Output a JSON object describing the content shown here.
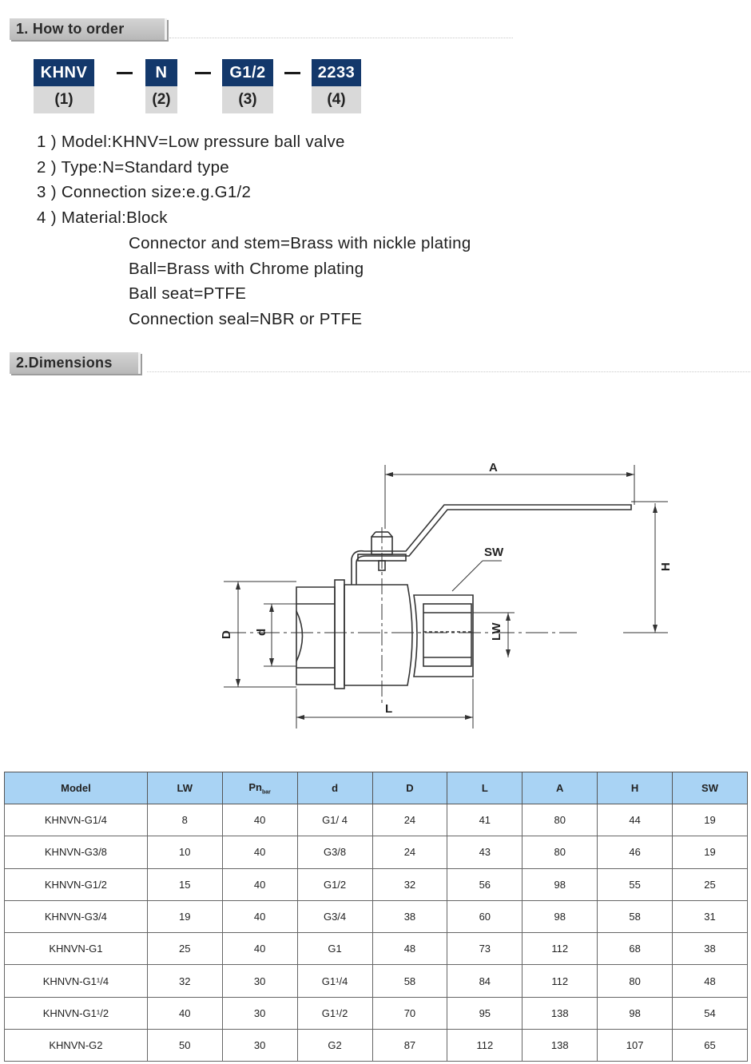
{
  "section1": {
    "title": "1. How to order"
  },
  "order_code": {
    "parts": [
      {
        "code": "KHNV",
        "num": "(1)"
      },
      {
        "code": "N",
        "num": "(2)"
      },
      {
        "code": "G1/2",
        "num": "(3)"
      },
      {
        "code": "2233",
        "num": "(4)"
      }
    ]
  },
  "description": {
    "lines": [
      "1 ) Model:KHNV=Low pressure ball valve",
      "2 ) Type:N=Standard type",
      "3 ) Connection size:e.g.G1/2",
      "4 ) Material:Block"
    ],
    "material_lines": [
      "Connector and stem=Brass with nickle plating",
      "Ball=Brass with  Chrome plating",
      "Ball seat=PTFE",
      "Connection seal=NBR or PTFE"
    ]
  },
  "section2": {
    "title": "2.Dimensions"
  },
  "drawing": {
    "labels": {
      "A": "A",
      "H": "H",
      "SW": "SW",
      "D": "D",
      "d": "d",
      "LW": "LW",
      "L": "L"
    }
  },
  "table": {
    "headers": [
      "Model",
      "LW",
      "Pn",
      "d",
      "D",
      "L",
      "A",
      "H",
      "SW"
    ],
    "pn_sub": "bar",
    "rows": [
      [
        "KHNVN-G1/4",
        "8",
        "40",
        "G1/ 4",
        "24",
        "41",
        "80",
        "44",
        "19"
      ],
      [
        "KHNVN-G3/8",
        "10",
        "40",
        "G3/8",
        "24",
        "43",
        "80",
        "46",
        "19"
      ],
      [
        "KHNVN-G1/2",
        "15",
        "40",
        "G1/2",
        "32",
        "56",
        "98",
        "55",
        "25"
      ],
      [
        "KHNVN-G3/4",
        "19",
        "40",
        "G3/4",
        "38",
        "60",
        "98",
        "58",
        "31"
      ],
      [
        "KHNVN-G1",
        "25",
        "40",
        "G1",
        "48",
        "73",
        "112",
        "68",
        "38"
      ],
      [
        "KHNVN-G1¹/4",
        "32",
        "30",
        "G1¹/4",
        "58",
        "84",
        "112",
        "80",
        "48"
      ],
      [
        "KHNVN-G1¹/2",
        "40",
        "30",
        "G1¹/2",
        "70",
        "95",
        "138",
        "98",
        "54"
      ],
      [
        "KHNVN-G2",
        "50",
        "30",
        "G2",
        "87",
        "112",
        "138",
        "107",
        "65"
      ]
    ]
  }
}
